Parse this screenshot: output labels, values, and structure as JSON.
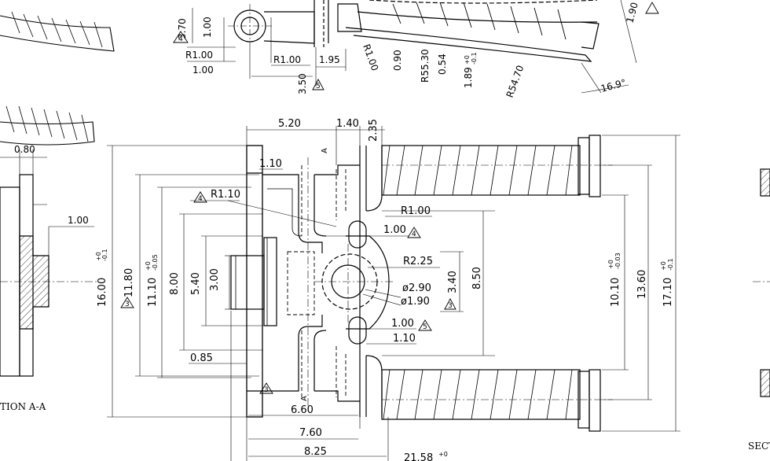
{
  "dims": {
    "d_5_20": "5.20",
    "d_1_40": "1.40",
    "d_2_35": "2.35",
    "d_1_10_top": "1.10",
    "d_r1_10": "R1.10",
    "d_r1_00_mid": "R1.00",
    "d_1_00_upper": "1.00",
    "d_r2_25": "R2.25",
    "d_dia2_90": "ø2.90",
    "d_dia1_90": "ø1.90",
    "d_3_40": "3.40",
    "d_8_50": "8.50",
    "d_1_00_lower": "1.00",
    "d_1_10_lower": "1.10",
    "d_0_85": "0.85",
    "d_6_60": "6.60",
    "d_7_60": "7.60",
    "d_8_25": "8.25",
    "d_21_58": "21.58",
    "d_16_00": "16.00",
    "d_11_80": "11.80",
    "d_11_10": "11.10",
    "d_8_00": "8.00",
    "d_5_40": "5.40",
    "d_3_00": "3.00",
    "d_10_10": "10.10",
    "d_13_60": "13.60",
    "d_17_10": "17.10",
    "d_0_80": "0.80",
    "d_1_00_left": "1.00",
    "top_3_70": "3.70",
    "top_1_00_v": "1.00",
    "top_r1_00_a": "R1.00",
    "top_1_00_h": "1.00",
    "top_r1_00_b": "R1.00",
    "top_1_95": "1.95",
    "top_3_50": "3.50",
    "top_r1_00_c": "R1.00",
    "top_0_90": "0.90",
    "top_r55_30": "R55.30",
    "top_0_54": "0.54",
    "top_1_89": "1.89",
    "top_r54_70": "R54.70",
    "top_16_9": "16.9°",
    "top_1_90": "1.90",
    "tol_plus0": "+0",
    "tol_m0_1": "-0.1",
    "tol_m0_05": "-0.05",
    "tol_m0_03": "-0.03",
    "tol_m0_01": "-0.1"
  },
  "notes": {
    "n3": "3",
    "n4": "4",
    "n5": "5"
  },
  "labels": {
    "section_a_a": "TION A-A",
    "section_right": "SECT",
    "cut_a": "A"
  }
}
